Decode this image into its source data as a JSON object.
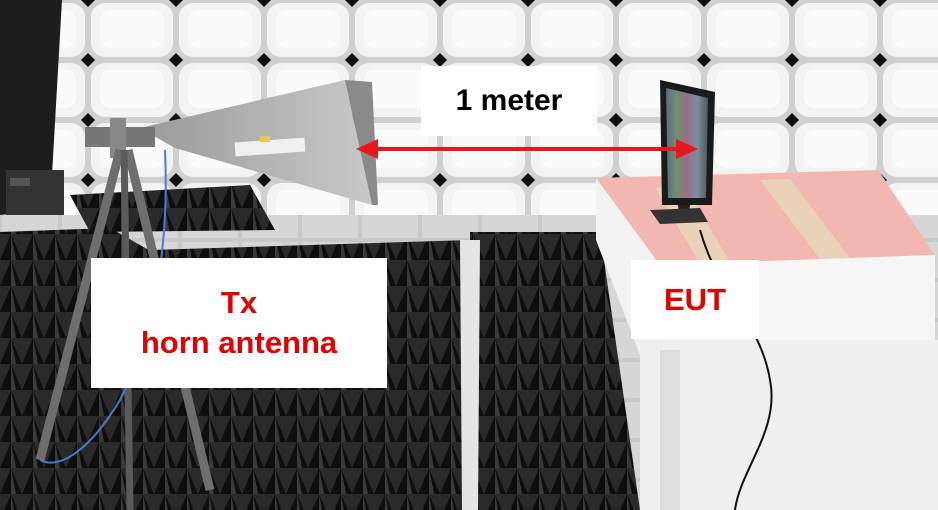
{
  "labels": {
    "distance": "1 meter",
    "tx_line1": "Tx",
    "tx_line2": "horn antenna",
    "eut": "EUT"
  },
  "colors": {
    "label_text": "#e00000",
    "distance_text": "#000000",
    "arrow": "#e8171e",
    "foam_pink": "#f4b3ae",
    "absorber_tile": "#f1f1f1",
    "absorber_cone": "#1c1c1c"
  }
}
